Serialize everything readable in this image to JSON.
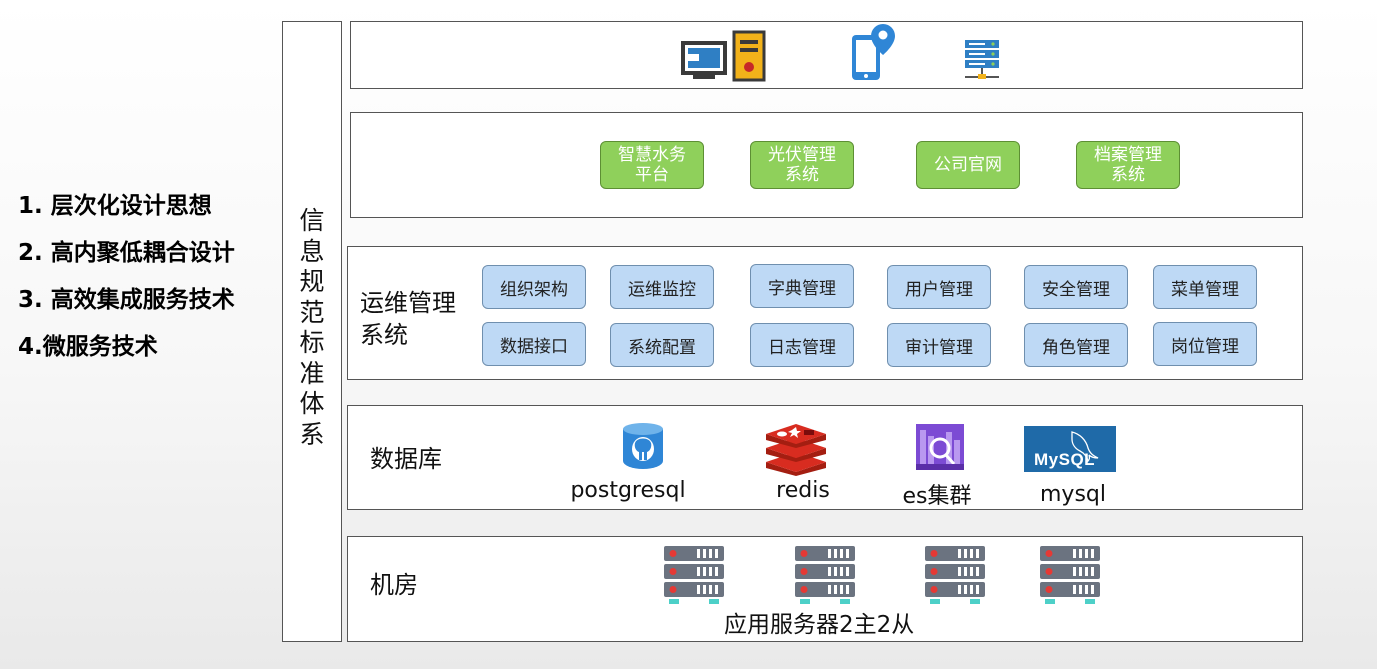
{
  "principles": [
    "1. 层次化设计思想",
    "2. 高内聚低耦合设计",
    "3. 高效集成服务技术",
    "4.微服务技术"
  ],
  "standards_label": [
    "信",
    "息",
    "规",
    "范",
    "标",
    "准",
    "体",
    "系"
  ],
  "terminals": {
    "icons": [
      "desktop-computer-icon",
      "mobile-location-icon",
      "server-rack-icon"
    ]
  },
  "applications": {
    "items": [
      "智慧水务\n平台",
      "光伏管理\n系统",
      "公司官网",
      "档案管理\n系统"
    ],
    "color": "#8fd05b"
  },
  "ops_system": {
    "label_line1": "运维管理",
    "label_line2": "系统",
    "row1": [
      "组织架构",
      "运维监控",
      "字典管理",
      "用户管理",
      "安全管理",
      "菜单管理"
    ],
    "row2": [
      "数据接口",
      "系统配置",
      "日志管理",
      "审计管理",
      "角色管理",
      "岗位管理"
    ],
    "color": "#bed9f5"
  },
  "database": {
    "label": "数据库",
    "items": [
      {
        "label": "postgresql",
        "icon": "postgresql-icon"
      },
      {
        "label": "redis",
        "icon": "redis-icon"
      },
      {
        "label": "es集群",
        "icon": "elasticsearch-icon"
      },
      {
        "label": "mysql",
        "icon": "mysql-icon",
        "logo_text": "MySQL"
      }
    ]
  },
  "machine_room": {
    "label": "机房",
    "caption": "应用服务器2主2从",
    "icons": [
      "server-icon",
      "server-icon",
      "server-icon",
      "server-icon"
    ]
  }
}
